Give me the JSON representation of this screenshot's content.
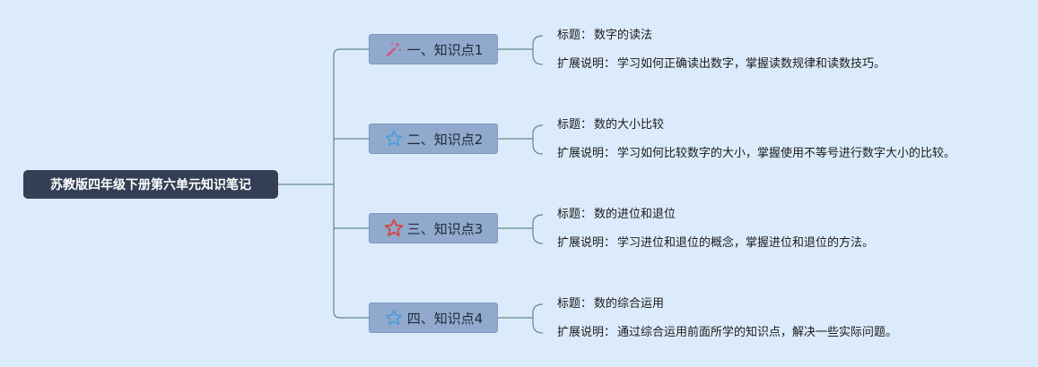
{
  "root": {
    "title": "苏教版四年级下册第六单元知识笔记"
  },
  "colors": {
    "background": "#dcebfb",
    "root_fill": "#343f55",
    "branch_fill": "#90a9cc",
    "connector": "#5f8a86",
    "wand_icon": "#e0457b",
    "star_blue": "#4a9ee0",
    "star_red": "#d94040"
  },
  "branches": [
    {
      "label": "一、知识点1",
      "icon": "magic-wand-icon",
      "children": [
        {
          "key": "标题",
          "value": "数字的读法"
        },
        {
          "key": "扩展说明",
          "value": "学习如何正确读出数字，掌握读数规律和读数技巧。"
        }
      ]
    },
    {
      "label": "二、知识点2",
      "icon": "star-outline-blue-icon",
      "children": [
        {
          "key": "标题",
          "value": "数的大小比较"
        },
        {
          "key": "扩展说明",
          "value": "学习如何比较数字的大小，掌握使用不等号进行数字大小的比较。"
        }
      ]
    },
    {
      "label": "三、知识点3",
      "icon": "star-outline-red-icon",
      "children": [
        {
          "key": "标题",
          "value": "数的进位和退位"
        },
        {
          "key": "扩展说明",
          "value": "学习进位和退位的概念，掌握进位和退位的方法。"
        }
      ]
    },
    {
      "label": "四、知识点4",
      "icon": "star-outline-blue-icon",
      "children": [
        {
          "key": "标题",
          "value": "数的综合运用"
        },
        {
          "key": "扩展说明",
          "value": "通过综合运用前面所学的知识点，解决一些实际问题。"
        }
      ]
    }
  ]
}
